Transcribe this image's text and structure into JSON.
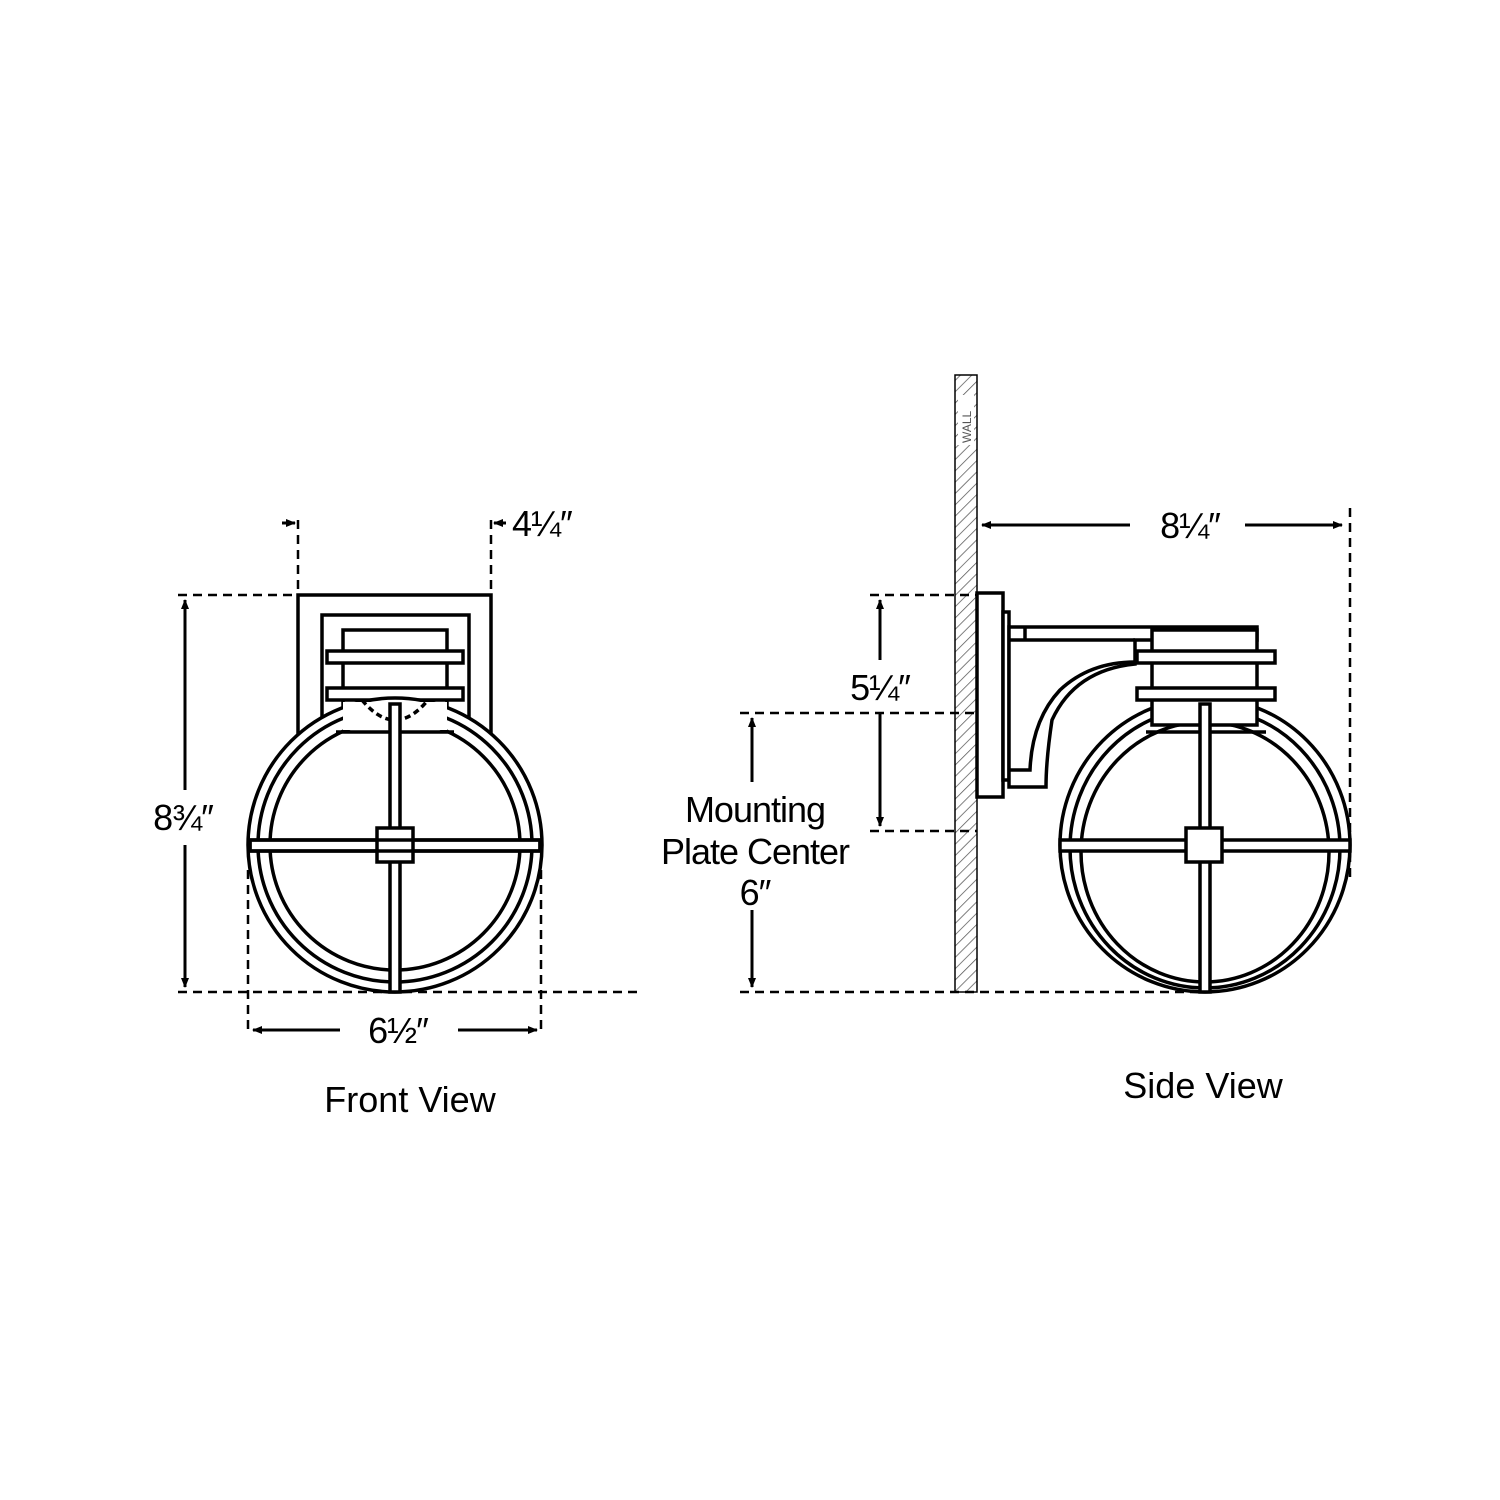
{
  "front_view": {
    "caption": "Front View",
    "height_label": "8¾″",
    "width_label": "6½″",
    "backplate_width_label": "4¼″"
  },
  "side_view": {
    "caption": "Side View",
    "wall_label": "WALL",
    "extension_label": "8¼″",
    "plate_height_label": "5¼″",
    "mounting_label_line1": "Mounting",
    "mounting_label_line2": "Plate Center",
    "mounting_label_line3": "6″"
  }
}
